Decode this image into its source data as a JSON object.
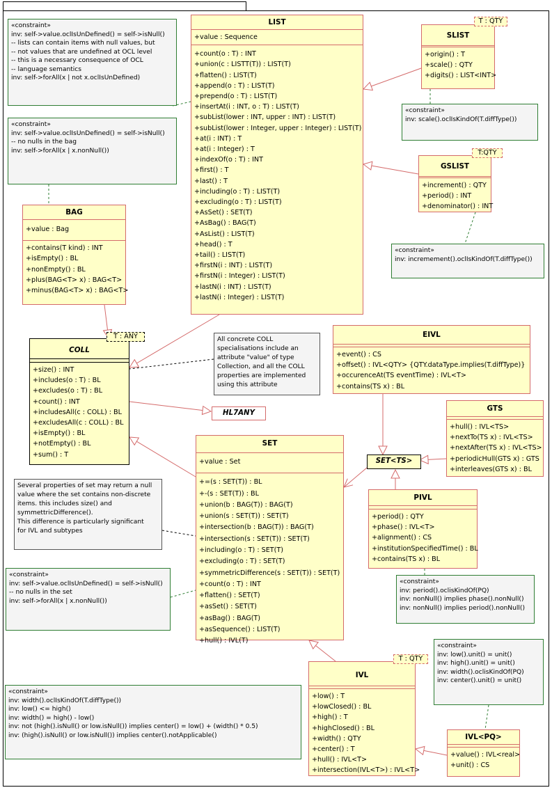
{
  "classes": {
    "list": {
      "name": "LIST",
      "attrs": [
        "+value : Sequence"
      ],
      "ops": [
        "+count(o : T) : INT",
        "+union(c : LISTT(T)) : LIST(T)",
        "+flatten() : LIST(T)",
        "+append(o : T) : LIST(T)",
        "+prepend(o : T) : LIST(T)",
        "+insertAt(i : INT, o : T) : LIST(T)",
        "+subList(lower : INT, upper : INT) : LIST(T)",
        "+subList(lower : Integer, upper : Integer) : LIST(T)",
        "+at(i : INT) : T",
        "+at(i : Integer) : T",
        "+indexOf(o : T) : INT",
        "+first() : T",
        "+last() : T",
        "+including(o : T) : LIST(T)",
        "+excluding(o : T) : LIST(T)",
        "+AsSet() : SET(T)",
        "+AsBag() : BAG(T)",
        "+AsList() : LIST(T)",
        "+head() : T",
        "+tail() : LIST(T)",
        "+firstN(i : INT) : LIST(T)",
        "+firstN(i : Integer) : LIST(T)",
        "+lastN(i : INT) : LIST(T)",
        "+lastN(i : Integer) : LIST(T)"
      ]
    },
    "slist": {
      "name": "SLIST",
      "param": "T : QTY",
      "attrs": [],
      "ops": [
        "+origin() : T",
        "+scale() : QTY",
        "+digits() : LIST<INT>"
      ]
    },
    "gslist": {
      "name": "GSLIST",
      "param": "T:QTY",
      "attrs": [],
      "ops": [
        "+increment() : QTY",
        "+period() : INT",
        "+denominator() : INT"
      ]
    },
    "bag": {
      "name": "BAG",
      "attrs": [
        "+value : Bag"
      ],
      "ops": [
        "+contains(T kind) : INT",
        "+isEmpty() : BL",
        "+nonEmpty() : BL",
        "+plus(BAG<T> x) : BAG<T>",
        "+minus(BAG<T> x) : BAG<T>"
      ]
    },
    "coll": {
      "name": "COLL",
      "param": "T : ANY",
      "ops": [
        "+size() : INT",
        "+includes(o : T) : BL",
        "+excludes(o : T) : BL",
        "+count() : INT",
        "+includesAll(c : COLL) : BL",
        "+excludesAll(c : COLL) : BL",
        "+isEmpty() : BL",
        "+notEmpty() : BL",
        "+sum() : T"
      ]
    },
    "set": {
      "name": "SET",
      "attrs": [
        "+value : Set"
      ],
      "ops": [
        "+=(s : SET(T)) : BL",
        "+-(s : SET(T)) : BL",
        "+union(b : BAG(T)) : BAG(T)",
        "+union(s : SET(T)) : SET(T)",
        "+intersection(b : BAG(T)) : BAG(T)",
        "+intersection(s : SET(T)) : SET(T)",
        "+including(o : T) : SET(T)",
        "+excluding(o : T) : SET(T)",
        "+symmetricDifference(s : SET(T)) : SET(T)",
        "+count(o : T) : INT",
        "+flatten() : SET(T)",
        "+asSet() : SET(T)",
        "+asBag() : BAG(T)",
        "+asSequence() : LIST(T)",
        "+hull() : IVL(T)"
      ]
    },
    "eivl": {
      "name": "EIVL",
      "ops": [
        "+event() : CS",
        "+offset() : IVL<QTY> {QTY.dataType.implies(T.diffType)}",
        "+occurenceAt(TS eventTime) : IVL<T>",
        "+contains(TS x) : BL"
      ]
    },
    "gts": {
      "name": "GTS",
      "ops": [
        "+hull() : IVL<TS>",
        "+nextTo(TS x) : IVL<TS>",
        "+nextAfter(TS x) : IVL<TS>",
        "+periodicHull(GTS x) : GTS",
        "+interleaves(GTS x) : BL"
      ]
    },
    "pivl": {
      "name": "PIVL",
      "ops": [
        "+period() : QTY",
        "+phase() : IVL<T>",
        "+alignment() : CS",
        "+institutionSpecifiedTime() : BL",
        "+contains(TS x) : BL"
      ]
    },
    "ivl": {
      "name": "IVL",
      "param": "T : QTY",
      "ops": [
        "+low() : T",
        "+lowClosed() : BL",
        "+high() : T",
        "+highClosed() : BL",
        "+width() : QTY",
        "+center() : T",
        "+hull() : IVL<T>",
        "+intersection(IVL<T>) : IVL<T>"
      ]
    },
    "ivlpq": {
      "name": "IVL<PQ>",
      "ops": [
        "+value() : IVL<real>",
        "+unit() : CS"
      ]
    },
    "hl7any": {
      "name": "HL7ANY"
    },
    "setts": {
      "name": "SET<TS>"
    }
  },
  "notes": {
    "c1": [
      "«constraint»",
      "",
      "inv: self->value.oclIsUnDefined() = self->isNull()",
      "",
      "-- lists can contain items with null values, but",
      "-- not values that are undefined at OCL level",
      "-- this is a necessary consequence of OCL",
      "-- language semantics",
      "inv: self->forAll(x | not x.oclIsUnDefined)"
    ],
    "c2": [
      "«constraint»",
      "",
      "inv: self->value.oclIsUnDefined() = self->isNull()",
      "",
      "-- no nulls in the bag",
      "inv: self->forAll(x | x.nonNull())"
    ],
    "c3": [
      "«constraint»",
      "",
      "inv: scale().oclIsKindOf(T.diffType())"
    ],
    "c4": [
      "«constraint»",
      "",
      "inv: incremement().oclIsKindOf(T.diffType())"
    ],
    "collnote": [
      "All concrete COLL",
      "specialisations include an",
      "attribute \"value\" of type",
      "Collection, and all the COLL",
      "properties are implemented",
      "using this attribute"
    ],
    "setnote": [
      "Several properties of set may return a null",
      "value where the set contains non-discrete",
      "items. this includes size() and",
      "symmettricDifference().",
      "",
      "This difference is particularly significant",
      "for IVL and subtypes"
    ],
    "c5": [
      "«constraint»",
      "",
      "inv: self->value.oclIsUnDefined() = self->isNull()",
      "",
      "-- no nulls in the set",
      "inv: self->forAll(x | x.nonNull())"
    ],
    "c6": [
      "«constraint»",
      "",
      "inv: period().oclisKindOf(PQ)",
      "inv: nonNull() implies phase().nonNull()",
      "inv: nonNull() implies period().nonNull()"
    ],
    "c7": [
      "«constraint»",
      "",
      "inv: low().unit() = unit()",
      "inv: high().unit() = unit()",
      "inv: width().oclisKindOf(PQ)",
      "inv: center().unit() = unit()"
    ],
    "c8": [
      "«constraint»",
      "",
      "inv: width().oclIsKindOf(T.diffType())",
      "inv: low() <= high()",
      "inv: width() = high() - low()",
      "inv: not (high().isNull() or low.isNull()) implies center() = low() + (width() * 0.5)",
      "inv: (high().isNull() or low.isNull()) implies center().notApplicable()"
    ]
  },
  "colors": {
    "class_fill": "#ffffc8",
    "class_border": "#d46a6a",
    "note_fill": "#f4f4f4",
    "constraint_border": "#2e7d32",
    "line": "#d46a6a"
  }
}
